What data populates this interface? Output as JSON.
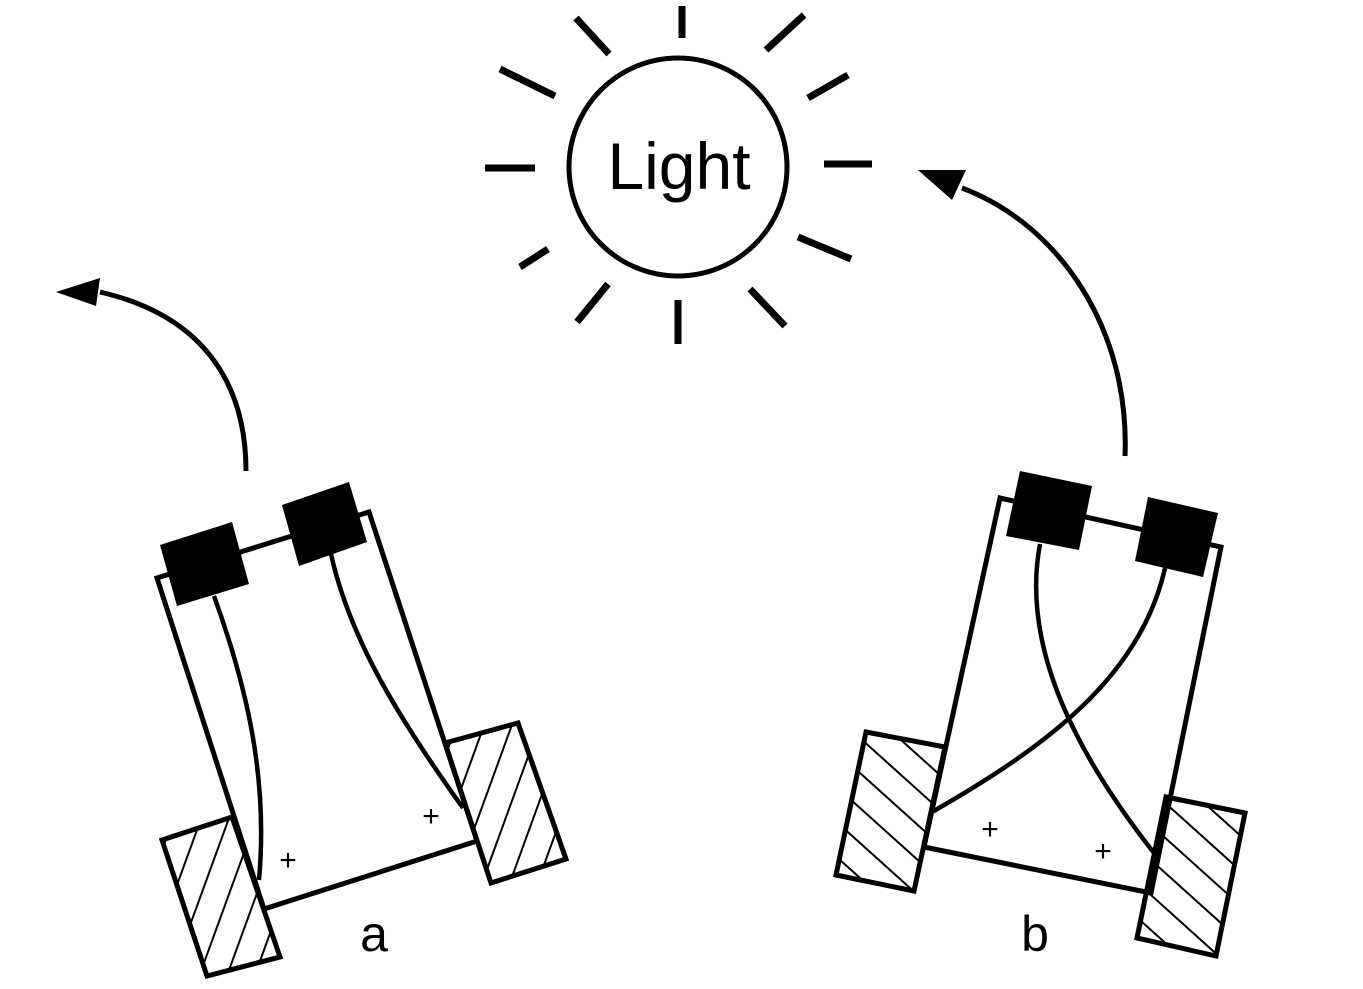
{
  "light": {
    "label": "Light"
  },
  "vehicles": [
    {
      "id": "a",
      "label": "a",
      "polarity_left": "+",
      "polarity_right": "+"
    },
    {
      "id": "b",
      "label": "b",
      "polarity_left": "+",
      "polarity_right": "+"
    }
  ],
  "colors": {
    "ink": "#000000",
    "background": "#ffffff"
  }
}
